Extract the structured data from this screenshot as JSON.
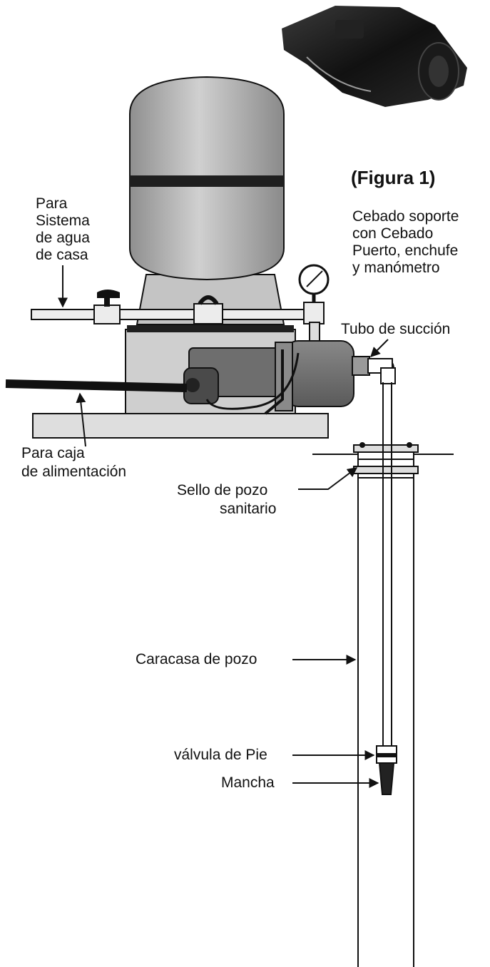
{
  "figure": {
    "title": "(Figura 1)",
    "labels": {
      "house_water": [
        "Para",
        "Sistema",
        "de agua",
        "de casa"
      ],
      "priming": [
        "Cebado soporte",
        "con Cebado",
        "Puerto, enchufe",
        "y manómetro"
      ],
      "suction_tube": "Tubo de succión",
      "power_box": [
        "Para caja",
        "de alimentación"
      ],
      "well_seal": [
        "Sello de pozo",
        "sanitario"
      ],
      "well_casing": "Caracasa de pozo",
      "foot_valve": "válvula de Pie",
      "strainer": "Mancha"
    }
  },
  "colors": {
    "tank": "#b3b3b3",
    "tank_band": "#1f1f1f",
    "pump": "#6e6e6e",
    "motor": "#4a4a4a",
    "base": "#dedede",
    "line": "#111111"
  }
}
